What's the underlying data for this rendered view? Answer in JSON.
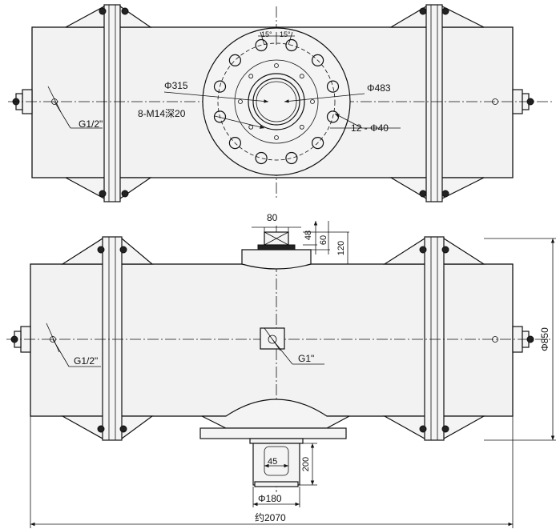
{
  "top_view": {
    "pcd_label": "Φ315",
    "flange_dia_label": "Φ483",
    "tapped_holes_label": "8-M14深20",
    "bolt_holes_label": "12 - Φ40",
    "port_label": "G1/2\"",
    "angle_1": "15°",
    "angle_2": "15°"
  },
  "front_view": {
    "top_port_width": "80",
    "dim_48": "48",
    "dim_60": "60",
    "dim_120": "120",
    "height_label": "Φ850",
    "port_left_label": "G1/2\"",
    "port_center_label": "G1\"",
    "dim_45": "45",
    "dim_200": "200",
    "shaft_dia_label": "Φ180",
    "overall_length_label": "约2070"
  }
}
